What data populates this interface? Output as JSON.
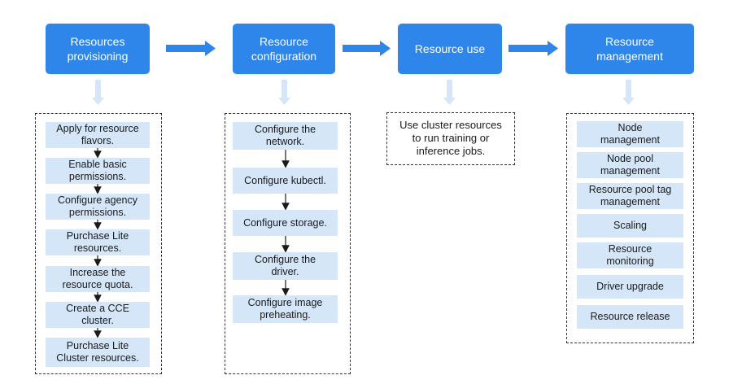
{
  "phases": [
    {
      "label": "Resources\nprovisioning",
      "steps": [
        "Apply for resource\nflavors.",
        "Enable basic\npermissions.",
        "Configure agency\npermissions.",
        "Purchase Lite\nresources.",
        "Increase the\nresource quota.",
        "Create a CCE\ncluster.",
        "Purchase Lite\nCluster resources."
      ]
    },
    {
      "label": "Resource\nconfiguration",
      "steps": [
        "Configure the\nnetwork.",
        "Configure kubectl.",
        "Configure storage.",
        "Configure the\ndriver.",
        "Configure image\npreheating."
      ]
    },
    {
      "label": "Resource use",
      "note": "Use cluster resources\nto run training or\ninference jobs."
    },
    {
      "label": "Resource\nmanagement",
      "steps": [
        "Node\nmanagement",
        "Node pool\nmanagement",
        "Resource pool tag\nmanagement",
        "Scaling",
        "Resource\nmonitoring",
        "Driver upgrade",
        "Resource release"
      ]
    }
  ],
  "colors": {
    "header_bg": "#2e86ea",
    "step_bg": "#d4e6f8",
    "flow_arrow": "#2e86ea",
    "down_arrow": "#d4e6f8",
    "step_arrow": "#1a1a1a"
  }
}
